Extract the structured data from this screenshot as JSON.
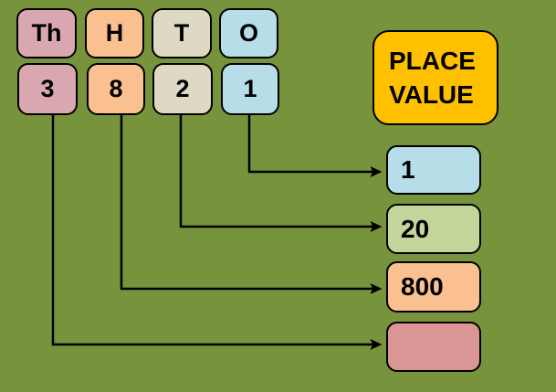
{
  "palette": {
    "background": "#77933C",
    "outline": "#000000",
    "thousands_pink": "#D9A7B0",
    "hundreds_orange": "#FAC090",
    "tens_tan": "#DDD9C3",
    "ones_blue": "#B7DEE8",
    "value_green": "#C3D69B",
    "value_rose": "#D99694",
    "legend_gold": "#FFC000"
  },
  "legend": {
    "line1": "PLACE",
    "line2": "VALUE"
  },
  "columns": [
    {
      "place": "thousands",
      "abbr": "Th",
      "digit": "3"
    },
    {
      "place": "hundreds",
      "abbr": "H",
      "digit": "8"
    },
    {
      "place": "tens",
      "abbr": "T",
      "digit": "2"
    },
    {
      "place": "ones",
      "abbr": "O",
      "digit": "1"
    }
  ],
  "values": [
    {
      "place": "ones",
      "text": "1"
    },
    {
      "place": "tens",
      "text": "20"
    },
    {
      "place": "hundreds",
      "text": "800"
    },
    {
      "place": "thousands",
      "text": ""
    }
  ],
  "connections": [
    {
      "from_digit": "1",
      "to_value": "1"
    },
    {
      "from_digit": "2",
      "to_value": "20"
    },
    {
      "from_digit": "8",
      "to_value": "800"
    },
    {
      "from_digit": "3",
      "to_value": ""
    }
  ]
}
